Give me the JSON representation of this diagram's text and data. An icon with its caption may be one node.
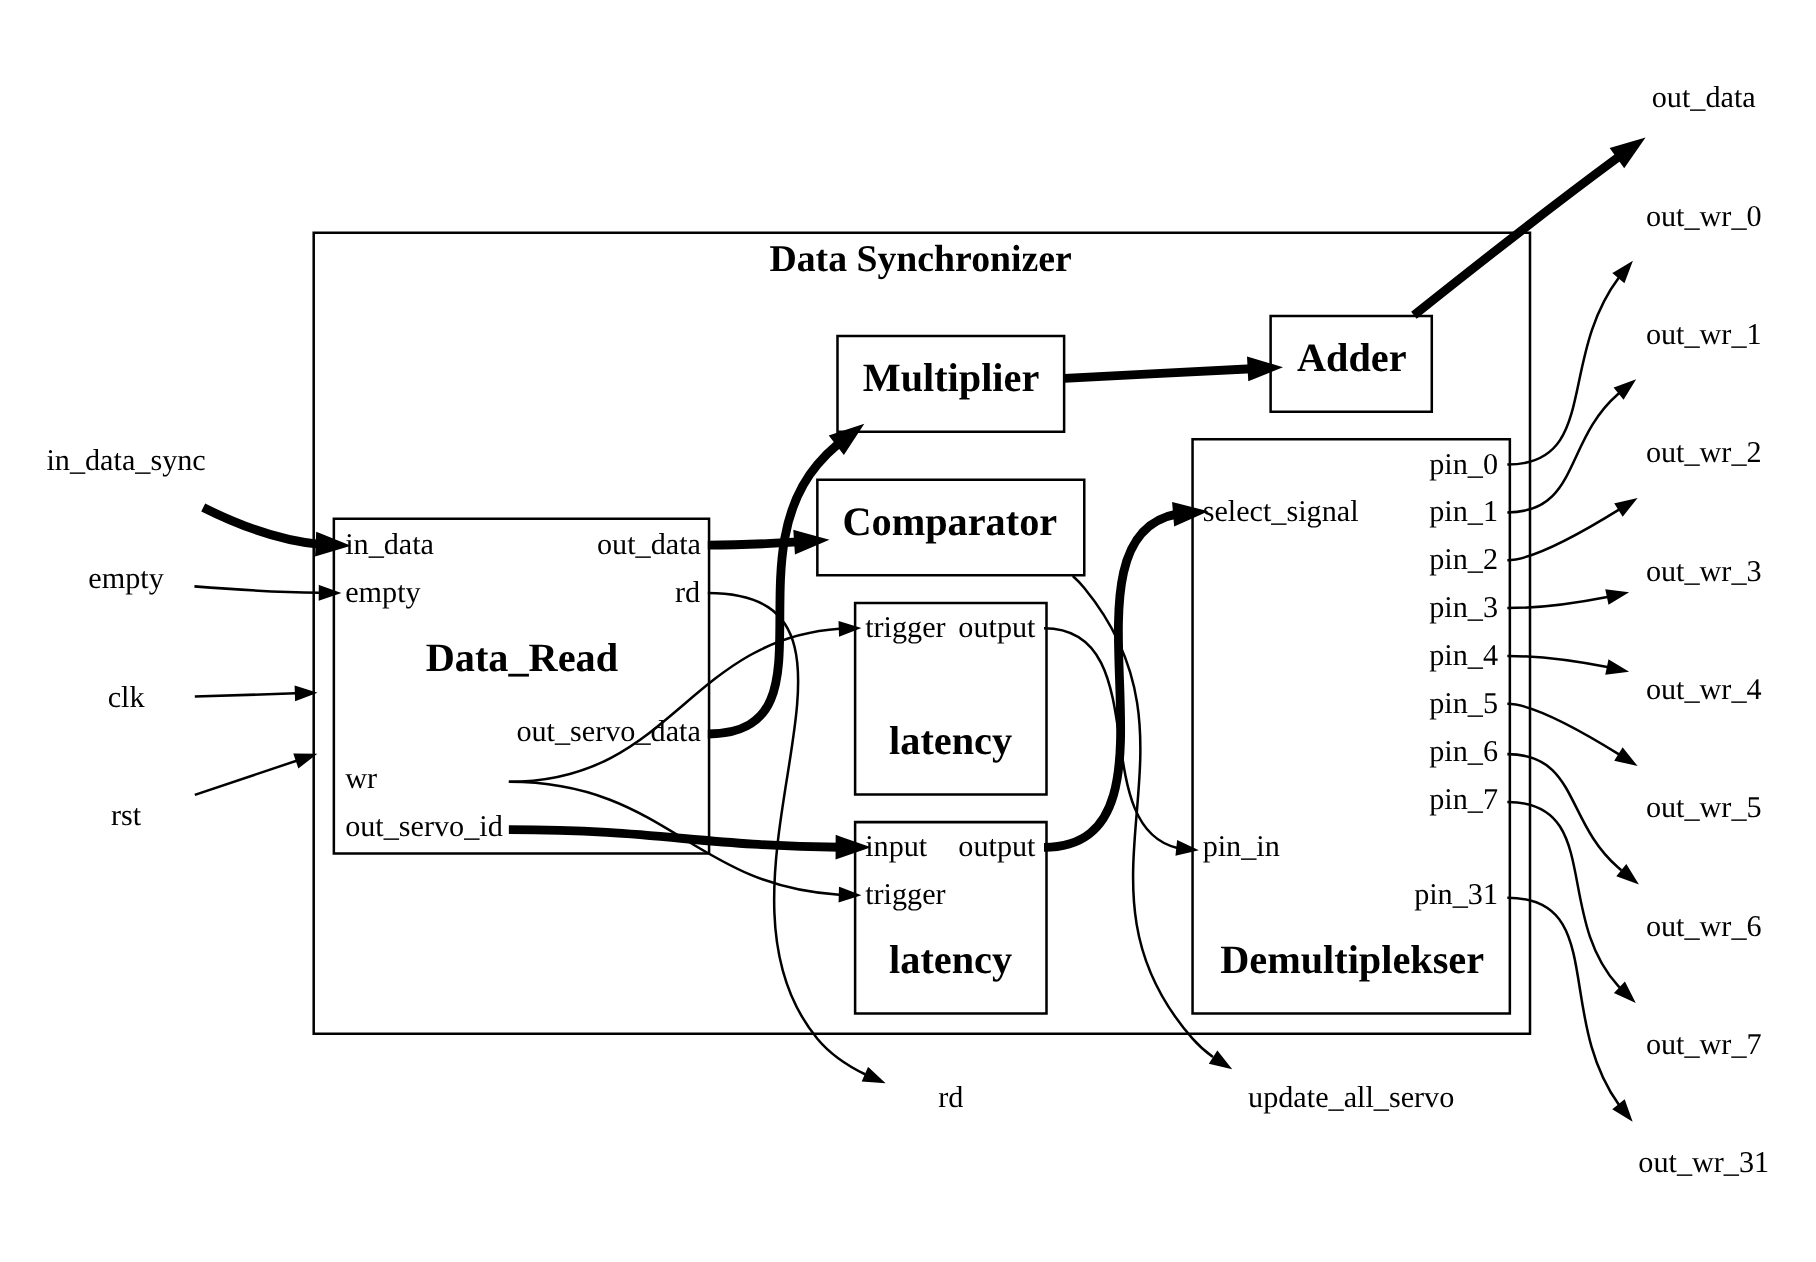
{
  "diagram": {
    "nodes": [
      {
        "text": [
          "Data Synchronizer"
        ]
      },
      {
        "text": [
          "in_data_sync"
        ]
      },
      {
        "text": [
          "empty"
        ]
      },
      {
        "text": [
          "clk"
        ]
      },
      {
        "text": [
          "rst"
        ]
      },
      {
        "text": [
          "in_data",
          "empty",
          "out_data",
          "rd",
          "Data_Read",
          "out_servo_data",
          "wr",
          "out_servo_id"
        ],
        "in": 0
      },
      {
        "text": [
          "Comparator"
        ],
        "in": 0
      },
      {
        "text": [
          "Multiplier"
        ],
        "in": 0
      },
      {
        "text": [
          "Adder"
        ],
        "in": 0
      },
      {
        "text": [
          "input",
          "output",
          "trigger",
          "latency"
        ],
        "in": 0
      },
      {
        "text": [
          "trigger",
          "output",
          "latency"
        ],
        "in": 0
      },
      {
        "text": [
          "select_signal",
          "pin_in",
          "pin_0",
          "pin_1",
          "pin_2",
          "pin_3",
          "pin_4",
          "pin_5",
          "pin_6",
          "pin_7",
          "pin_31",
          "Demultiplekser"
        ],
        "in": 0
      },
      {
        "text": [
          "update_all_servo"
        ]
      },
      {
        "text": [
          "rd"
        ]
      },
      {
        "text": [
          "out_data"
        ]
      },
      {
        "text": [
          "out_wr_0"
        ]
      },
      {
        "text": [
          "out_wr_1"
        ]
      },
      {
        "text": [
          "out_wr_2"
        ]
      },
      {
        "text": [
          "out_wr_3"
        ]
      },
      {
        "text": [
          "out_wr_4"
        ]
      },
      {
        "text": [
          "out_wr_5"
        ]
      },
      {
        "text": [
          "out_wr_6"
        ]
      },
      {
        "text": [
          "out_wr_7"
        ]
      },
      {
        "text": [
          "out_wr_31"
        ]
      }
    ],
    "edges": [
      {
        "from": 1,
        "to": 5,
        "arrow": "to",
        "style": "thick"
      },
      {
        "from": 2,
        "to": 5,
        "arrow": "to"
      },
      {
        "from": 3,
        "to": 0,
        "arrow": "to"
      },
      {
        "from": 4,
        "to": 0,
        "arrow": "to"
      },
      {
        "from": 5,
        "to": 6,
        "arrow": "to",
        "style": "thick"
      },
      {
        "from": 6,
        "to": 12,
        "arrow": "to"
      },
      {
        "from": 5,
        "to": 13,
        "arrow": "to"
      },
      {
        "from": 5,
        "to": 7,
        "arrow": "to",
        "style": "thick"
      },
      {
        "from": 7,
        "to": 8,
        "arrow": "to",
        "style": "thick"
      },
      {
        "from": 8,
        "to": 14,
        "arrow": "to",
        "style": "thick"
      },
      {
        "from": 5,
        "to": 9,
        "arrow": "to",
        "style": "thick"
      },
      {
        "from": 5,
        "to": 9,
        "arrow": "to"
      },
      {
        "from": 5,
        "to": 10,
        "arrow": "to"
      },
      {
        "from": 9,
        "to": 11,
        "arrow": "to",
        "style": "thick"
      },
      {
        "from": 10,
        "to": 11,
        "arrow": "to"
      },
      {
        "from": 11,
        "to": 15,
        "arrow": "to"
      },
      {
        "from": 11,
        "to": 16,
        "arrow": "to"
      },
      {
        "from": 11,
        "to": 17,
        "arrow": "to"
      },
      {
        "from": 11,
        "to": 18,
        "arrow": "to"
      },
      {
        "from": 11,
        "to": 19,
        "arrow": "to"
      },
      {
        "from": 11,
        "to": 20,
        "arrow": "to"
      },
      {
        "from": 11,
        "to": 21,
        "arrow": "to"
      },
      {
        "from": 11,
        "to": 22,
        "arrow": "to"
      },
      {
        "from": 11,
        "to": 23,
        "arrow": "to"
      }
    ]
  }
}
